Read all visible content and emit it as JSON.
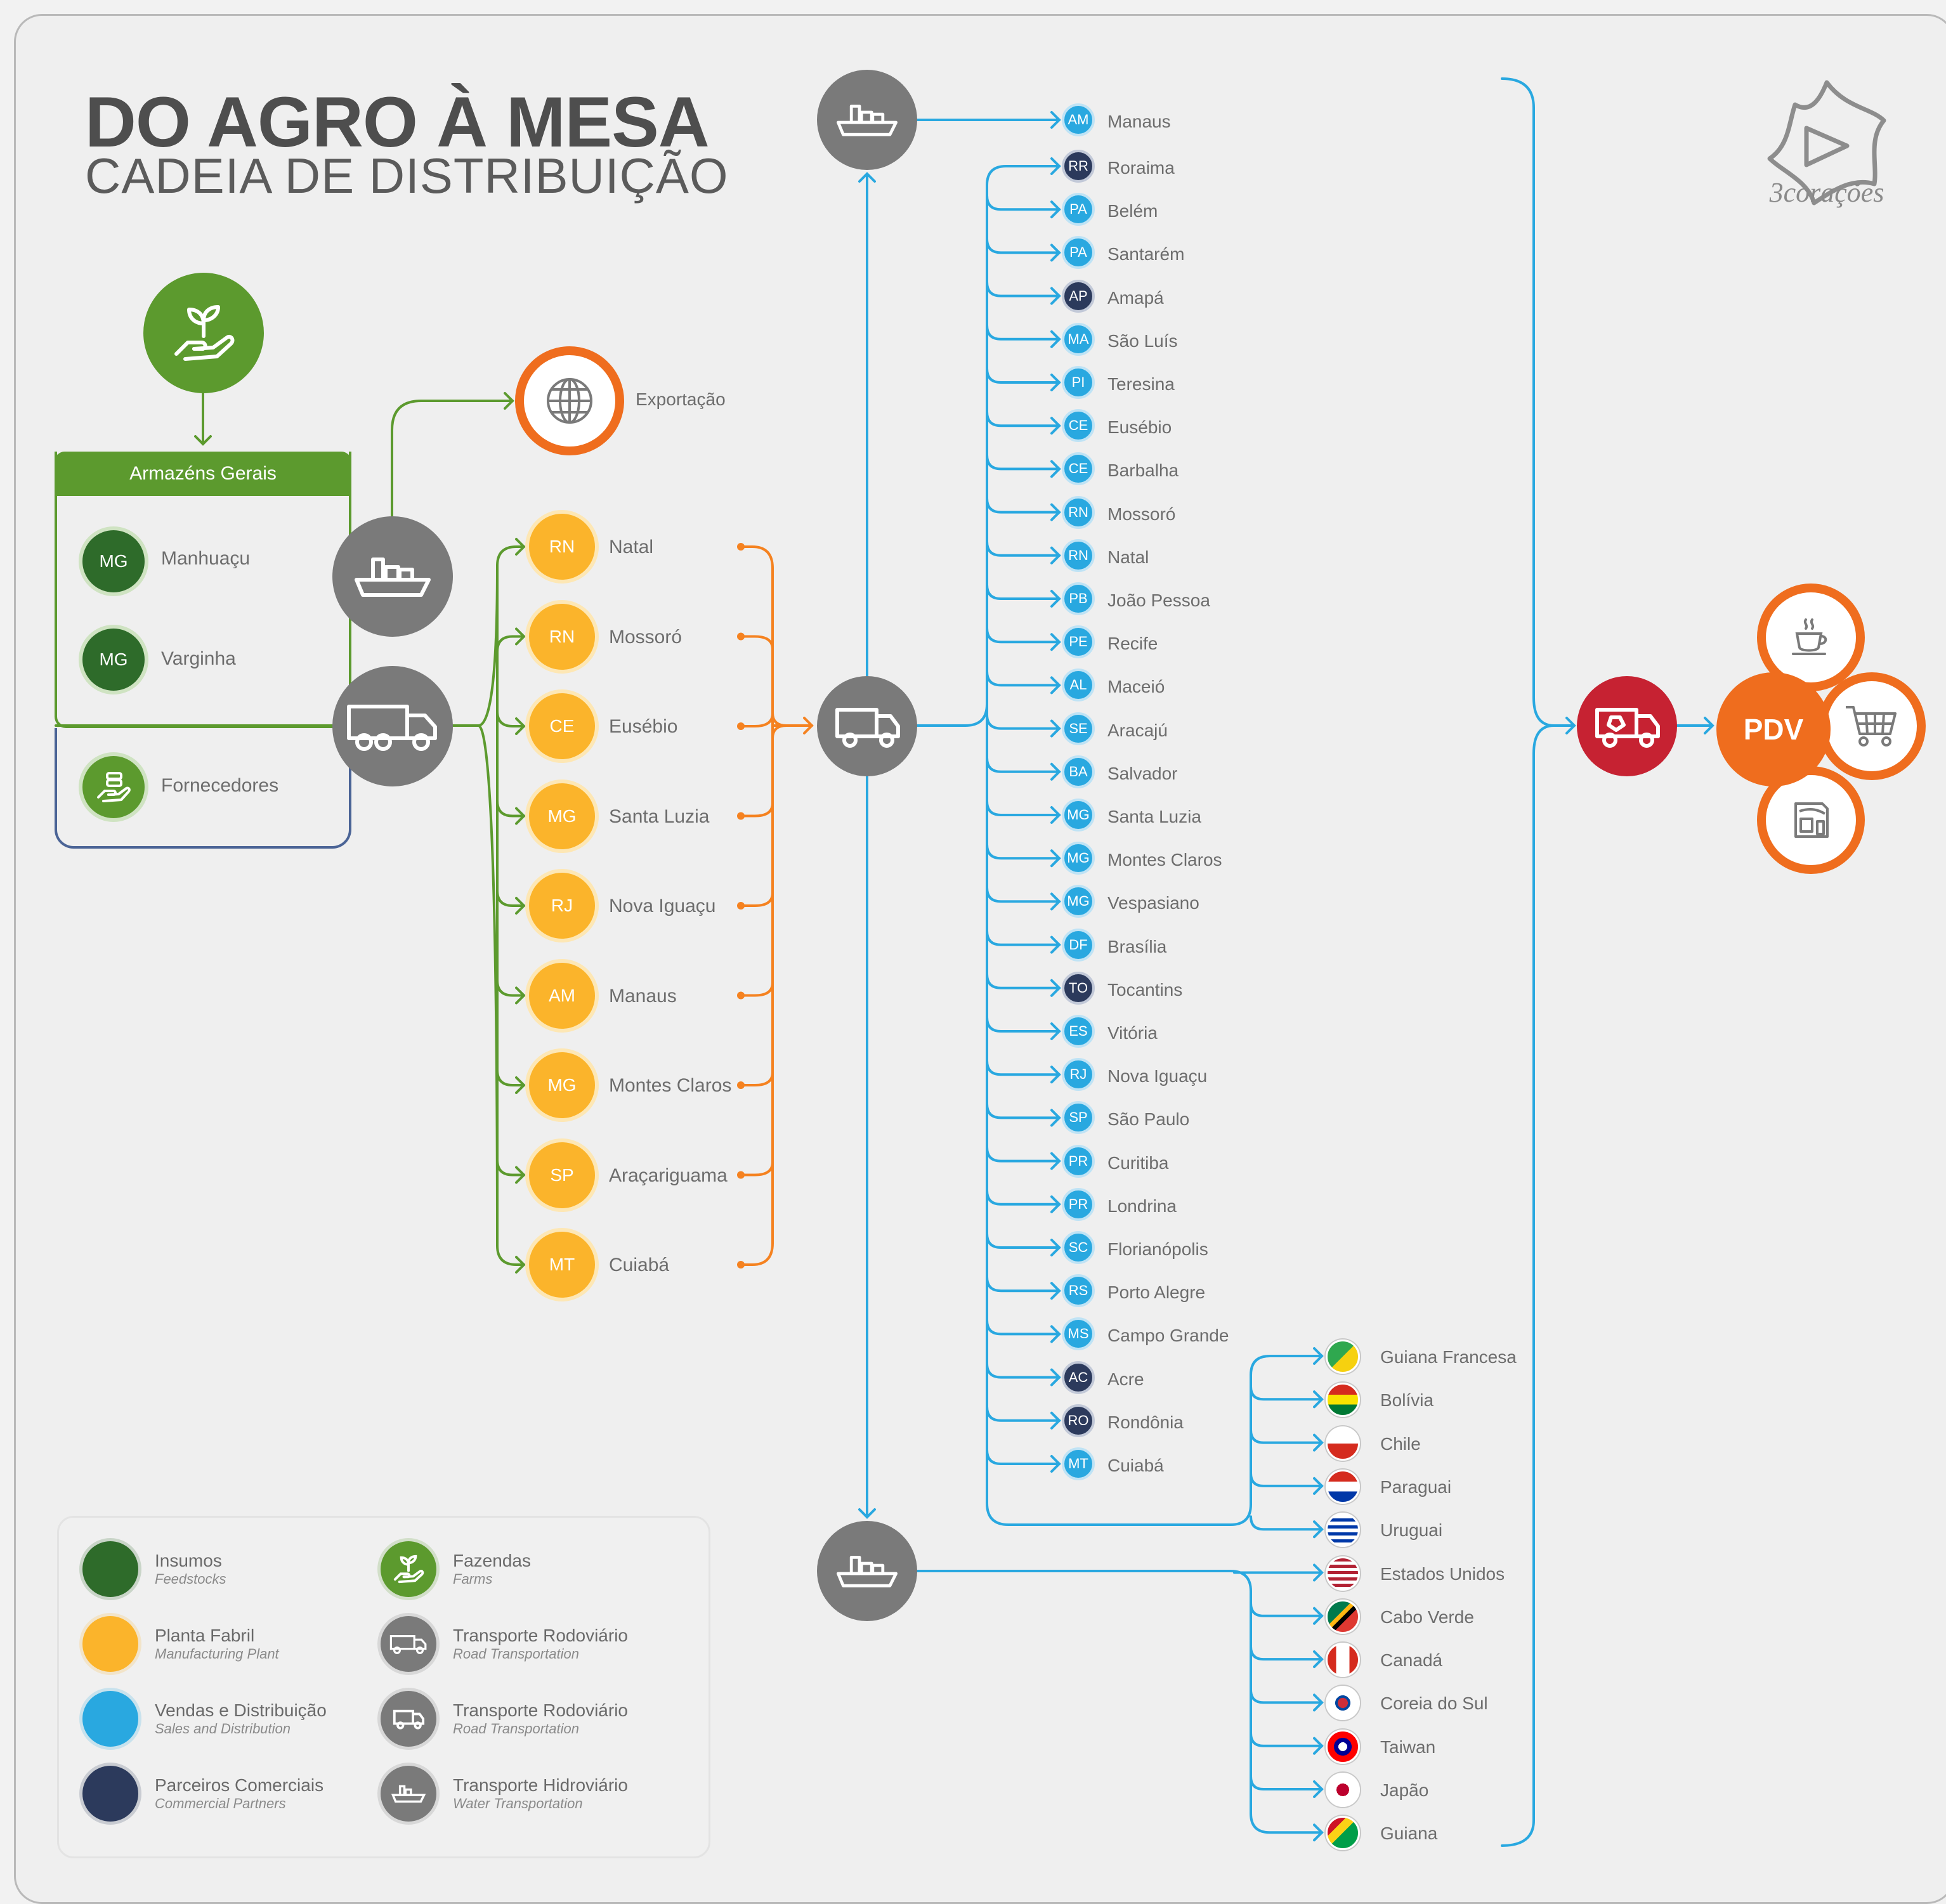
{
  "header": {
    "title": "DO AGRO À MESA",
    "subtitle": "CADEIA DE DISTRIBUIÇÃO"
  },
  "brand": {
    "logo_text": "3corações",
    "logo_icon": "3coracoes-star-icon"
  },
  "armazens": {
    "title": "Armazéns Gerais",
    "items": [
      {
        "badge": "MG",
        "name": "Manhuaçu"
      },
      {
        "badge": "MG",
        "name": "Varginha"
      }
    ],
    "fornecedores": "Fornecedores"
  },
  "export_label": "Exportação",
  "plants": [
    {
      "badge": "RN",
      "name": "Natal"
    },
    {
      "badge": "RN",
      "name": "Mossoró"
    },
    {
      "badge": "CE",
      "name": "Eusébio"
    },
    {
      "badge": "MG",
      "name": "Santa Luzia"
    },
    {
      "badge": "RJ",
      "name": "Nova Iguaçu"
    },
    {
      "badge": "AM",
      "name": "Manaus"
    },
    {
      "badge": "MG",
      "name": "Montes Claros"
    },
    {
      "badge": "SP",
      "name": "Araçariguama"
    },
    {
      "badge": "MT",
      "name": "Cuiabá"
    }
  ],
  "top_destination": {
    "badge": "AM",
    "name": "Manaus",
    "type": "sales"
  },
  "destinations": [
    {
      "badge": "RR",
      "name": "Roraima",
      "type": "partner"
    },
    {
      "badge": "PA",
      "name": "Belém",
      "type": "sales"
    },
    {
      "badge": "PA",
      "name": "Santarém",
      "type": "sales"
    },
    {
      "badge": "AP",
      "name": "Amapá",
      "type": "partner"
    },
    {
      "badge": "MA",
      "name": "São Luís",
      "type": "sales"
    },
    {
      "badge": "PI",
      "name": "Teresina",
      "type": "sales"
    },
    {
      "badge": "CE",
      "name": "Eusébio",
      "type": "sales"
    },
    {
      "badge": "CE",
      "name": "Barbalha",
      "type": "sales"
    },
    {
      "badge": "RN",
      "name": "Mossoró",
      "type": "sales"
    },
    {
      "badge": "RN",
      "name": "Natal",
      "type": "sales"
    },
    {
      "badge": "PB",
      "name": "João Pessoa",
      "type": "sales"
    },
    {
      "badge": "PE",
      "name": "Recife",
      "type": "sales"
    },
    {
      "badge": "AL",
      "name": "Maceió",
      "type": "sales"
    },
    {
      "badge": "SE",
      "name": "Aracajú",
      "type": "sales"
    },
    {
      "badge": "BA",
      "name": "Salvador",
      "type": "sales"
    },
    {
      "badge": "MG",
      "name": "Santa Luzia",
      "type": "sales"
    },
    {
      "badge": "MG",
      "name": "Montes Claros",
      "type": "sales"
    },
    {
      "badge": "MG",
      "name": "Vespasiano",
      "type": "sales"
    },
    {
      "badge": "DF",
      "name": "Brasília",
      "type": "sales"
    },
    {
      "badge": "TO",
      "name": "Tocantins",
      "type": "partner"
    },
    {
      "badge": "ES",
      "name": "Vitória",
      "type": "sales"
    },
    {
      "badge": "RJ",
      "name": "Nova Iguaçu",
      "type": "sales"
    },
    {
      "badge": "SP",
      "name": "São Paulo",
      "type": "sales"
    },
    {
      "badge": "PR",
      "name": "Curitiba",
      "type": "sales"
    },
    {
      "badge": "PR",
      "name": "Londrina",
      "type": "sales"
    },
    {
      "badge": "SC",
      "name": "Florianópolis",
      "type": "sales"
    },
    {
      "badge": "RS",
      "name": "Porto Alegre",
      "type": "sales"
    },
    {
      "badge": "MS",
      "name": "Campo Grande",
      "type": "sales"
    },
    {
      "badge": "AC",
      "name": "Acre",
      "type": "partner"
    },
    {
      "badge": "RO",
      "name": "Rondônia",
      "type": "partner"
    },
    {
      "badge": "MT",
      "name": "Cuiabá",
      "type": "sales"
    }
  ],
  "countries_road": [
    {
      "name": "Guiana Francesa",
      "flag": "guiana-francesa-flag-icon"
    },
    {
      "name": "Bolívia",
      "flag": "bolivia-flag-icon"
    },
    {
      "name": "Chile",
      "flag": "chile-flag-icon"
    },
    {
      "name": "Paraguai",
      "flag": "paraguai-flag-icon"
    },
    {
      "name": "Uruguai",
      "flag": "uruguai-flag-icon"
    }
  ],
  "countries_water": [
    {
      "name": "Estados Unidos",
      "flag": "estados-unidos-flag-icon"
    },
    {
      "name": "Cabo Verde",
      "flag": "cabo-verde-flag-icon"
    },
    {
      "name": "Canadá",
      "flag": "canada-flag-icon"
    },
    {
      "name": "Coreia do Sul",
      "flag": "coreia-do-sul-flag-icon"
    },
    {
      "name": "Taiwan",
      "flag": "taiwan-flag-icon"
    },
    {
      "name": "Japão",
      "flag": "japao-flag-icon"
    },
    {
      "name": "Guiana",
      "flag": "guiana-flag-icon"
    }
  ],
  "pdv": {
    "label": "PDV",
    "icons": [
      "coffee-cup-icon",
      "shopping-cart-icon",
      "coffee-machine-icon"
    ]
  },
  "legend": [
    {
      "title": "Insumos",
      "subtitle": "Feedstocks",
      "color": "#2e6b2a",
      "icon": ""
    },
    {
      "title": "Planta Fabril",
      "subtitle": "Manufacturing Plant",
      "color": "#fbb42b",
      "icon": ""
    },
    {
      "title": "Vendas e Distribuição",
      "subtitle": "Sales and Distribution",
      "color": "#29a8e0",
      "icon": ""
    },
    {
      "title": "Parceiros Comerciais",
      "subtitle": "Commercial Partners",
      "color": "#2c3a5c",
      "icon": ""
    },
    {
      "title": "Fazendas",
      "subtitle": "Farms",
      "color": "#5c9a2e",
      "icon": "plant-hand-icon"
    },
    {
      "title": "Transporte Rodoviário",
      "subtitle": "Road Transportation",
      "color": "#7a7a7a",
      "icon": "truck-icon"
    },
    {
      "title": "Transporte Rodoviário",
      "subtitle": "Road Transportation",
      "color": "#7a7a7a",
      "icon": "van-icon"
    },
    {
      "title": "Transporte Hidroviário",
      "subtitle": "Water Transportation",
      "color": "#7a7a7a",
      "icon": "ship-icon"
    }
  ],
  "colors": {
    "green": "#5c9a2e",
    "dark_green": "#2e6b2a",
    "orange": "#f58220",
    "yellow": "#fbb42b",
    "blue": "#29a8e0",
    "navy": "#2c3a5c",
    "gray": "#7a7a7a",
    "red": "#c62232",
    "pdv_orange": "#ef6d1e"
  }
}
